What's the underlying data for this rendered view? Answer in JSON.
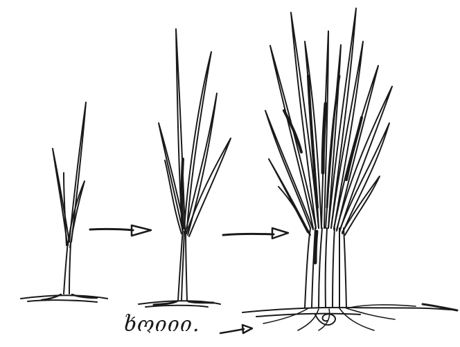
{
  "caption": "ხოიიი.",
  "stages": [
    {
      "name": "seedling",
      "blades": 4
    },
    {
      "name": "young-plant",
      "blades": 7
    },
    {
      "name": "mature-clump",
      "blades": 20
    }
  ],
  "ink_color": "#1a1a1a"
}
